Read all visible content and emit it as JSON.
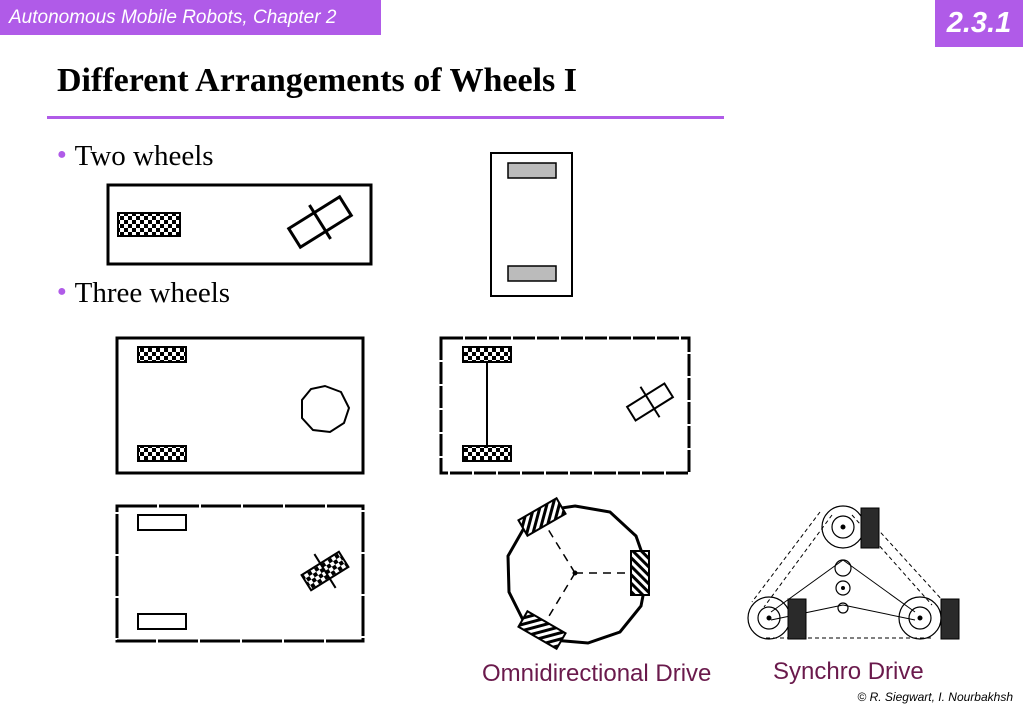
{
  "header": {
    "course": "Autonomous Mobile Robots, Chapter 2",
    "section": "2.3.1"
  },
  "slide": {
    "title": "Different Arrangements of Wheels I"
  },
  "bullets": [
    {
      "text": "Two wheels"
    },
    {
      "text": "Three wheels"
    }
  ],
  "captions": {
    "omni": "Omnidirectional Drive",
    "synchro": "Synchro Drive"
  },
  "footer": {
    "credit": "© R. Siegwart, I. Nourbakhsh"
  },
  "colors": {
    "accent": "#b05be8",
    "caption": "#6a1a4c"
  }
}
